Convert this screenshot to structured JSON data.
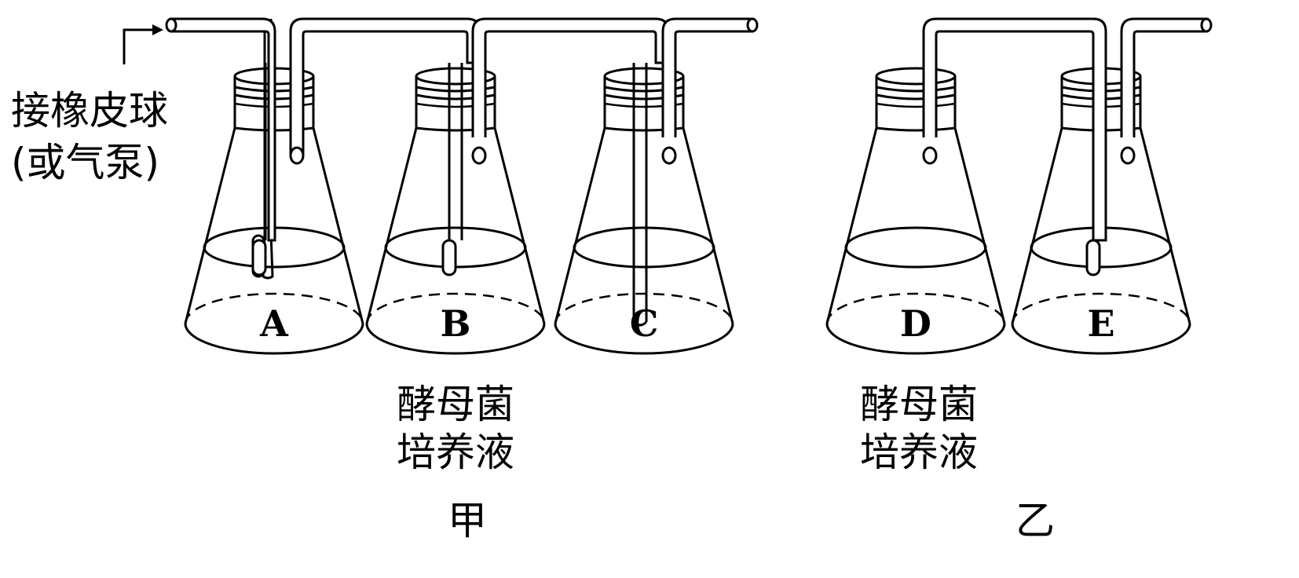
{
  "inlet_label": {
    "line1": "接橡皮球",
    "line2": "(或气泵)"
  },
  "flasks": [
    {
      "label": "A"
    },
    {
      "label": "B"
    },
    {
      "label": "C"
    },
    {
      "label": "D"
    },
    {
      "label": "E"
    }
  ],
  "setup_jia": {
    "culture_line1": "酵母菌",
    "culture_line2": "培养液",
    "name": "甲"
  },
  "setup_yi": {
    "culture_line1": "酵母菌",
    "culture_line2": "培养液",
    "name": "乙"
  }
}
